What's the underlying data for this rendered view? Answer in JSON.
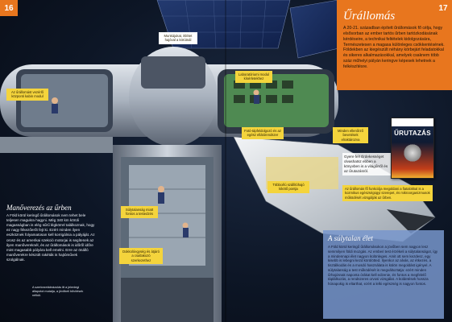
{
  "pages": {
    "left": "16",
    "right": "17"
  },
  "title": {
    "heading": "Űrállomás",
    "text": "A 20-21. században épített űrállomások fő célja, hogy elsősorban az ember tartós űrben tartózkodásának kérdéseire, a technikai feltételek kidolgozására, Természetesen a magasa különleges csökkentésének. Földekben az kiegészült néhány körbejárt feladatokkal és sikeres alkalmazásokkal, amelyek csaknem több száz műhelyi pályán keringve képesek lehetnek a felkészítésre."
  },
  "book": {
    "title": "ŰRUTAZÁS"
  },
  "labels": {
    "crew_control": "Az űrállomást vezérlő központi kabin modul",
    "sleeping": "Munkájukat, ittlétet hajóval a körútnál",
    "lab": "Laboratóriumi modul kísérletekhez",
    "solar": "Fotó-tápfeldolgozó és az egész ellátórendszer",
    "supply": "Minden ellenőrző bevetések elraktározva",
    "docking": "Többcélú szállítóhajó kikötő pontja",
    "gym": "Súlytalanság miatt fontos a testedzés",
    "hatch": "Dokkolóegység és átjáró a csatlakozó szerkezethez",
    "shuttle": "Az űrállomás fő funkciója megoldani a fiatalokkal is a kozmikus egészségügyi szerepet, és mikroorganizmusok működését vizsgálják az űrben.",
    "book_note": "Gyere fel! Érdekességet olvashatsz ebben a könyvben is a világűrről és az űrutazásról."
  },
  "left_section": {
    "heading": "Manőverezés az űrben",
    "text": "A Föld körül keringő űrállomások nem tehet bele teljesen magukra hagyni. Még 340 km körüli magasságban is elég sűrű légkörrel találkoznak, hogy ez nagy fékezőerőt fejt ki. Ezért minden ilyen eszköznek folyamatosan kell korrigálnia a pályáját. Az orosz és az amerikai szekció motorjai is segítenek az ilyen manővereknél, és az űrállomások is időről időre mint magasabb pályára kell emelni. Erre az önálló manőverekre készült rakéták is hajtóművek szolgálnak."
  },
  "right_section": {
    "heading": "A súlytalan élet",
    "text": "A Föld körül keringő űrállomásokon a jövőben sem nagyon lesz semmilyen földi mozgás. Az emberi test érzékeli a súlytalanságot, így a mindennapi élet nagyon különleges. Amit ott sem kezdesz, egy kisebb is lebegni kezd körülötted. Ilyenkor az alvás, az étkezés, a tisztálkodás és a mosdó használata is külön megoldást igényel. A súlytalanság a test működését is megváltoztatja: ezért minden űrhajósnak naponta órákat kell edzenie, és fontos a megfelelő táplálkozás, a rendszeres orvosi vizsgálat. A küldetések hossza hónapokig is eltarthat, ezért a lelki egészség is nagyon fontos."
  },
  "caption": "A szerkezetábrázolás itt a jelenlegi állapotot mutatja, a jövőbeli bővítések nélkül."
}
